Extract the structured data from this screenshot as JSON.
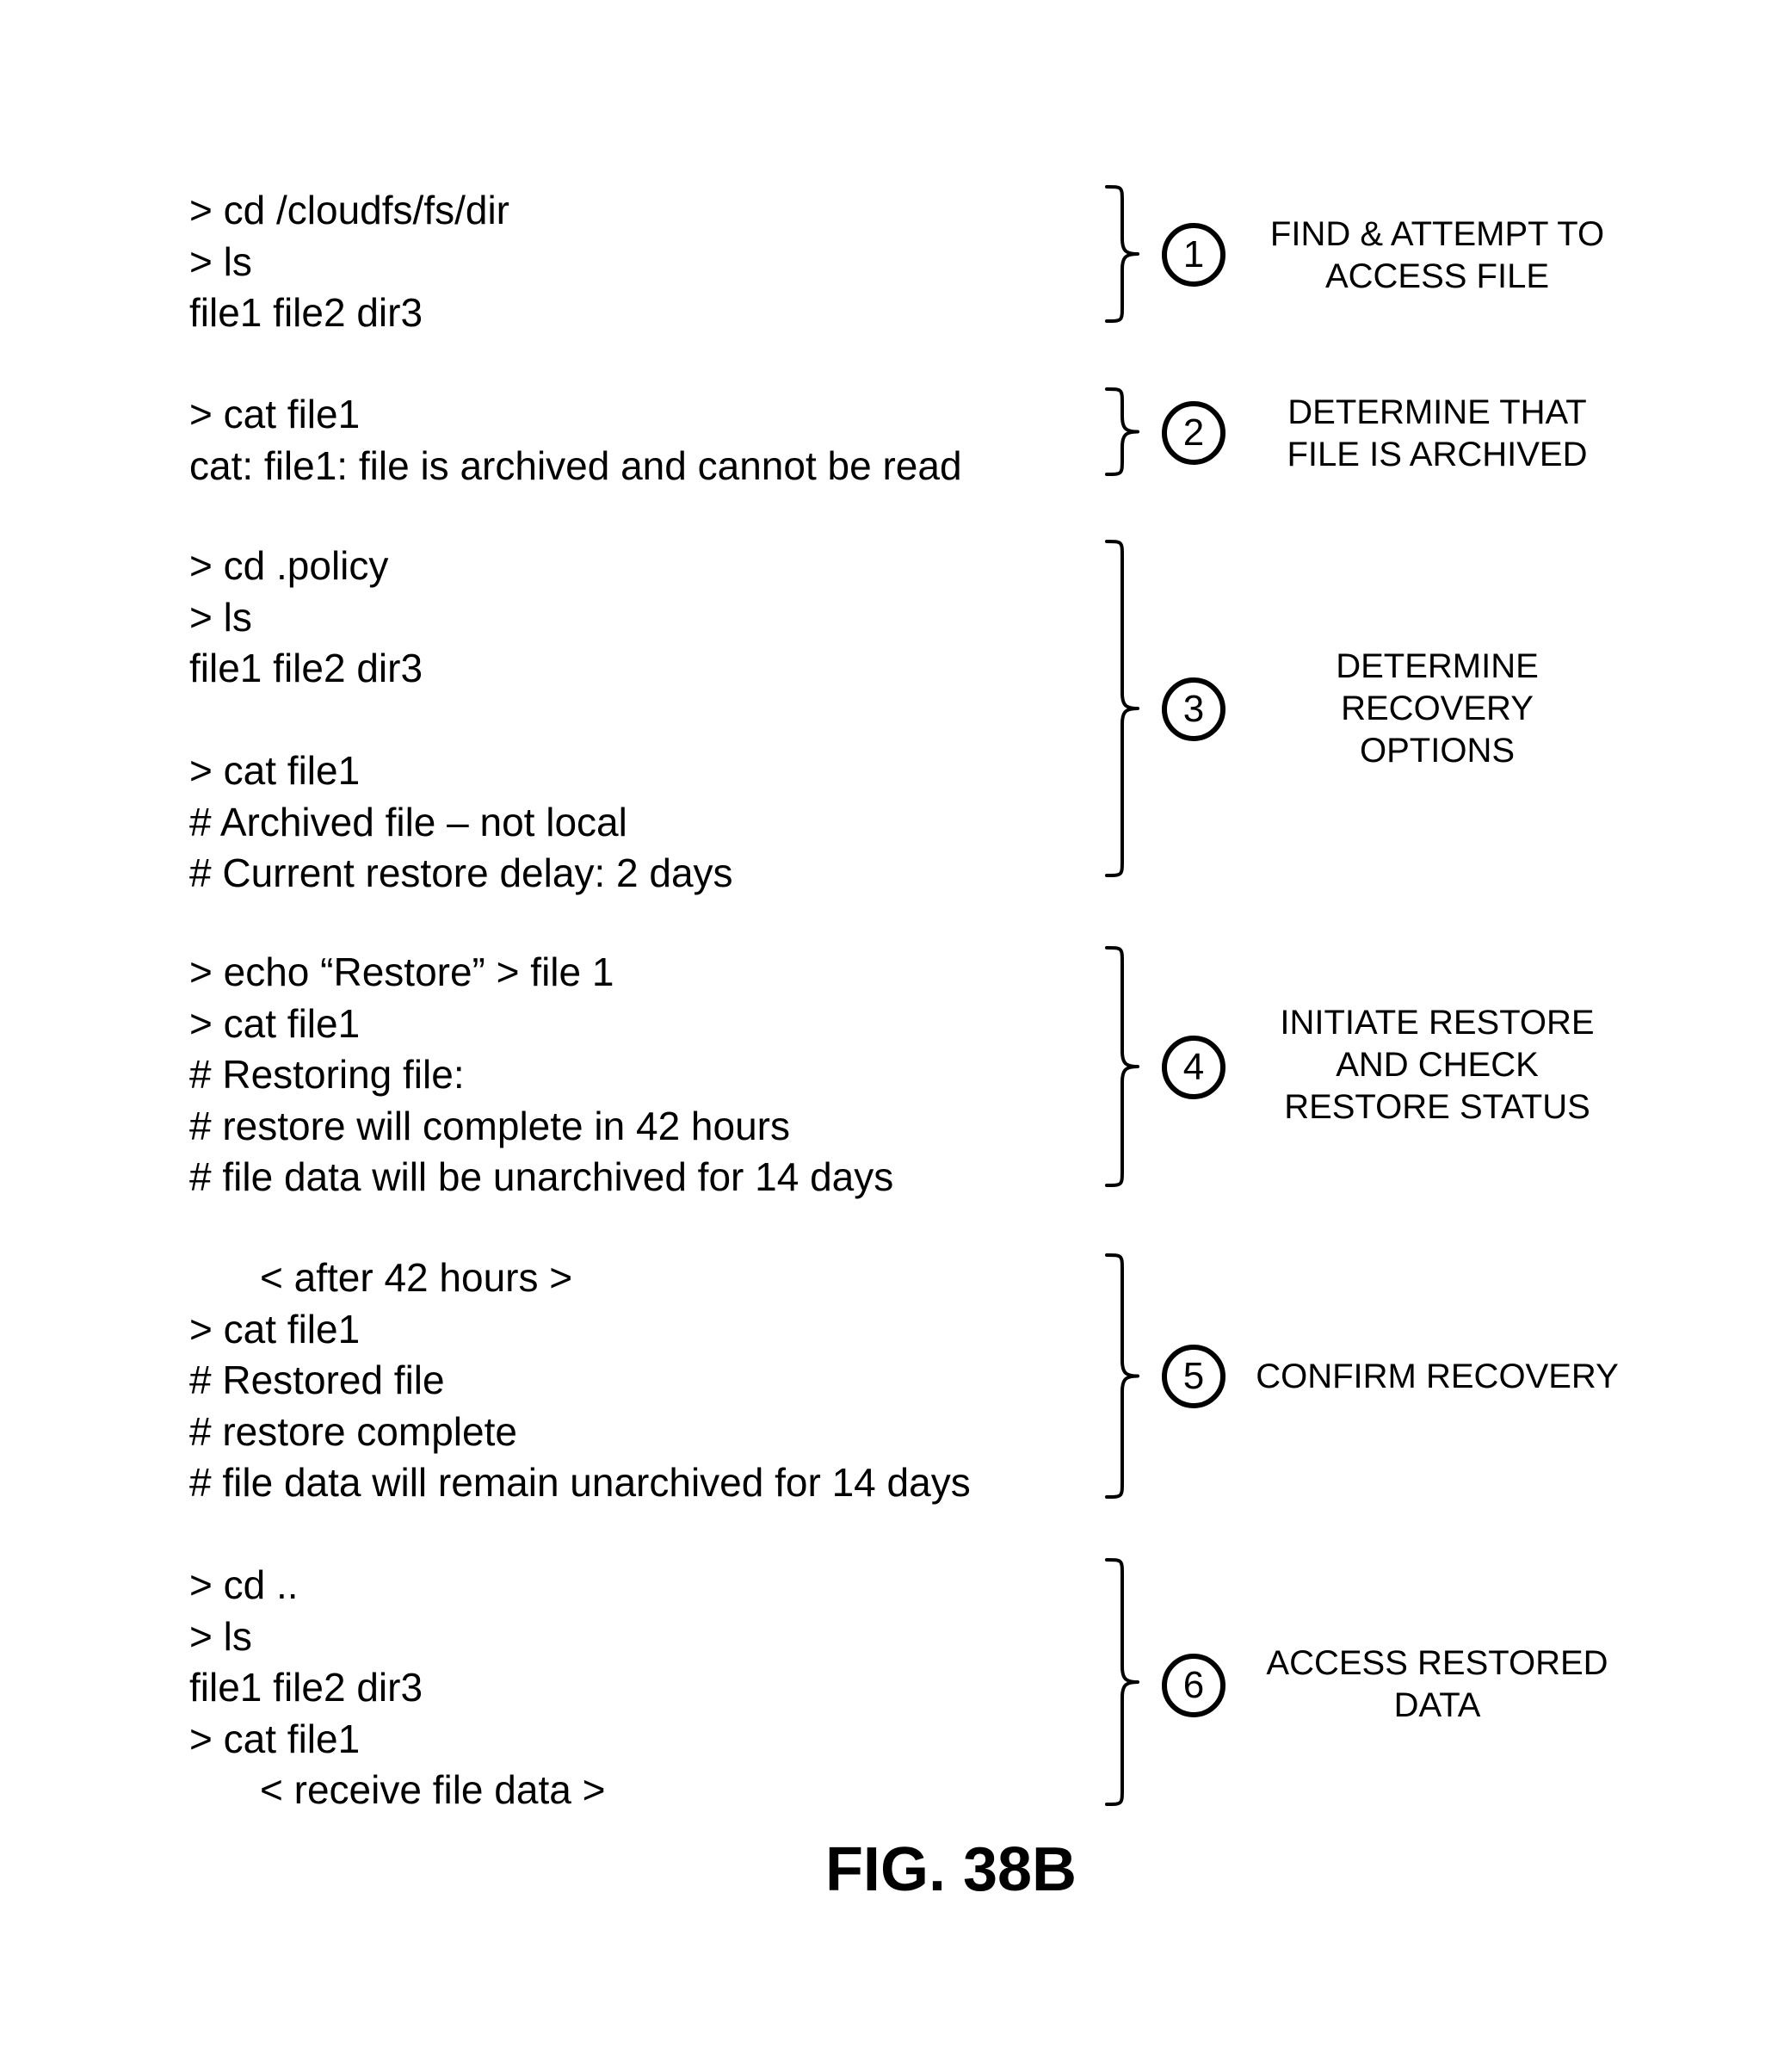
{
  "steps": [
    {
      "number": "1",
      "label": "FIND & ATTEMPT TO\nACCESS FILE",
      "lines": [
        {
          "text": "> cd /cloudfs/fs/dir",
          "indent": false
        },
        {
          "text": "> ls",
          "indent": false
        },
        {
          "text": "file1 file2 dir3",
          "indent": false
        }
      ]
    },
    {
      "number": "2",
      "label": "DETERMINE THAT\nFILE IS ARCHIVED",
      "lines": [
        {
          "text": "> cat file1",
          "indent": false
        },
        {
          "text": "cat: file1: file is archived and cannot be read",
          "indent": false
        }
      ]
    },
    {
      "number": "3",
      "label": "DETERMINE\nRECOVERY\nOPTIONS",
      "lines": [
        {
          "text": "> cd .policy",
          "indent": false
        },
        {
          "text": "> ls",
          "indent": false
        },
        {
          "text": "file1 file2 dir3",
          "indent": false
        },
        {
          "text": "",
          "indent": false
        },
        {
          "text": "> cat file1",
          "indent": false
        },
        {
          "text": "# Archived file – not local",
          "indent": false
        },
        {
          "text": "# Current restore delay: 2 days",
          "indent": false
        }
      ]
    },
    {
      "number": "4",
      "label": "INITIATE RESTORE\nAND CHECK\nRESTORE STATUS",
      "lines": [
        {
          "text": "> echo “Restore” > file 1",
          "indent": false
        },
        {
          "text": "> cat file1",
          "indent": false
        },
        {
          "text": "# Restoring file:",
          "indent": false
        },
        {
          "text": "# restore will complete in 42 hours",
          "indent": false
        },
        {
          "text": "# file data will be unarchived for 14 days",
          "indent": false
        }
      ]
    },
    {
      "number": "5",
      "label": "CONFIRM RECOVERY",
      "lines": [
        {
          "text": "< after 42 hours >",
          "indent": true
        },
        {
          "text": "> cat file1",
          "indent": false
        },
        {
          "text": "# Restored file",
          "indent": false
        },
        {
          "text": "# restore complete",
          "indent": false
        },
        {
          "text": "# file data will remain unarchived for 14 days",
          "indent": false
        }
      ]
    },
    {
      "number": "6",
      "label": "ACCESS RESTORED\nDATA",
      "lines": [
        {
          "text": "> cd ..",
          "indent": false
        },
        {
          "text": "> ls",
          "indent": false
        },
        {
          "text": "file1 file2 dir3",
          "indent": false
        },
        {
          "text": "> cat file1",
          "indent": false
        },
        {
          "text": "< receive file data >",
          "indent": true
        }
      ]
    }
  ],
  "caption": "FIG. 38B"
}
